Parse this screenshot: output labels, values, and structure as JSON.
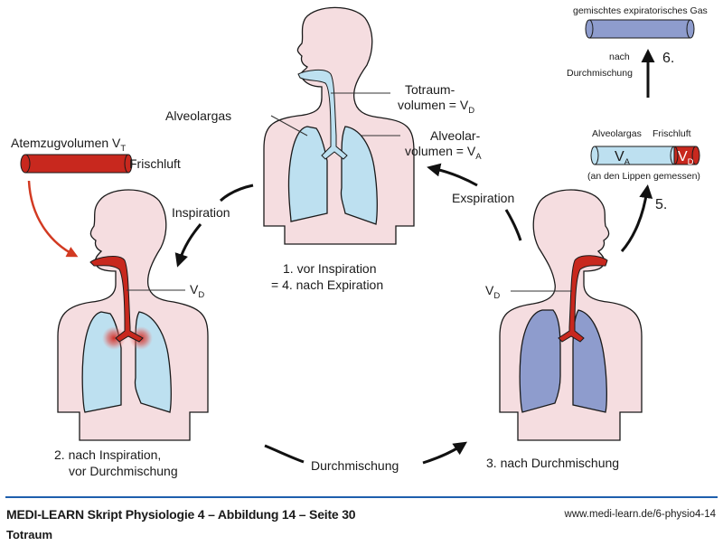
{
  "figure": {
    "colors": {
      "skin": "#f5dde0",
      "outline": "#1a1a1a",
      "lung_fresh": "#bde0f0",
      "lung_mixed": "#8e9ccd",
      "deadspace_red": "#c8281e",
      "deadspace_blue": "#bde0f0",
      "footer_rule": "#1f5fad"
    },
    "stage1": {
      "caption_line1": "1. vor Inspiration",
      "caption_line2": "= 4. nach Expiration",
      "label_alveolargas": "Alveolargas",
      "label_totraum_line1": "Totraum-",
      "label_totraum_line2": "volumen = V",
      "label_totraum_sub": "D",
      "label_alveolar_line1": "Alveolar-",
      "label_alveolar_line2": "volumen = V",
      "label_alveolar_sub": "A"
    },
    "stage2": {
      "caption_line1": "2. nach Inspiration,",
      "caption_line2": "vor Durchmischung",
      "vd_label": "V",
      "vd_sub": "D"
    },
    "stage3": {
      "caption": "3. nach Durchmischung",
      "vd_label": "V",
      "vd_sub": "D"
    },
    "tidal_volume": {
      "label": "Atemzugvolumen V",
      "label_sub": "T",
      "fresh_air": "Frischluft"
    },
    "arrows": {
      "inspiration": "Inspiration",
      "exspiration": "Exspiration",
      "durchmischung": "Durchmischung"
    },
    "step5": {
      "number": "5.",
      "label_alveolargas": "Alveolargas",
      "label_frischluft": "Frischluft",
      "va_label": "V",
      "va_sub": "A",
      "vd_label": "V",
      "vd_sub": "D",
      "note": "(an den Lippen gemessen)"
    },
    "step6": {
      "number": "6.",
      "title": "gemischtes expiratorisches Gas",
      "nach": "nach",
      "durchmischung": "Durchmischung"
    }
  },
  "footer": {
    "title": "MEDI-LEARN Skript Physiologie 4 – Abbildung 14 – Seite 30",
    "url": "www.medi-learn.de/6-physio4-14",
    "subtitle": "Totraum"
  }
}
